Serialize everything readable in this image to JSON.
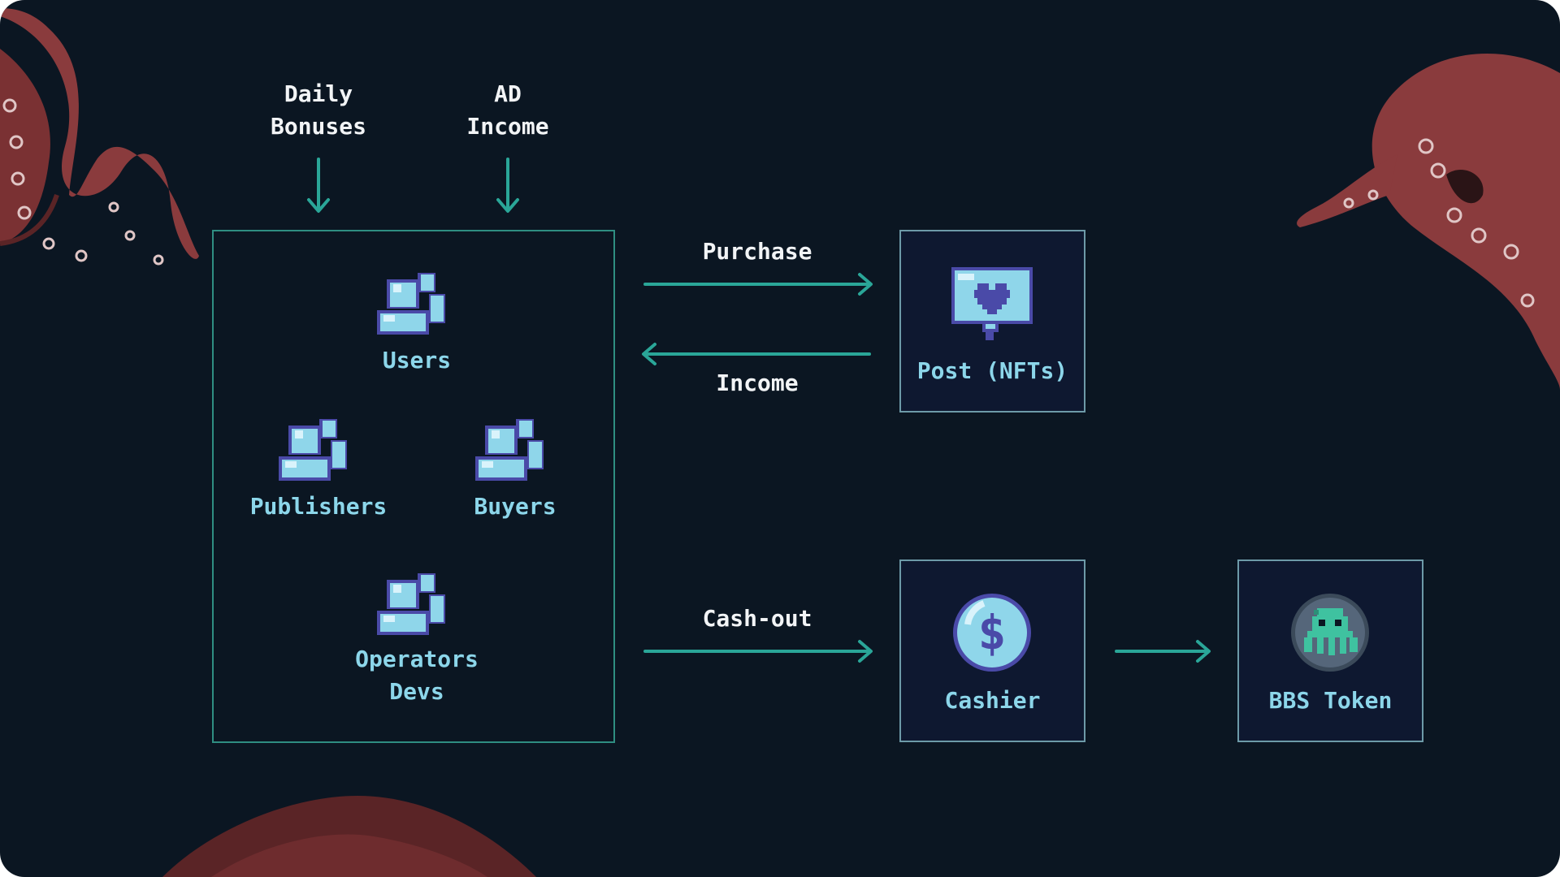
{
  "colors": {
    "background": "#0b1622",
    "accent": "#2aa698",
    "label_cyan": "#8cd6ea",
    "label_white": "#f2f4f6",
    "tentacle": "#8a3b3d"
  },
  "inputs": {
    "daily_bonuses": "Daily\nBonuses",
    "ad_income": "AD\nIncome"
  },
  "participants": {
    "users": "Users",
    "publishers": "Publishers",
    "buyers": "Buyers",
    "operators_devs": "Operators\nDevs"
  },
  "flows": {
    "purchase": "Purchase",
    "income": "Income",
    "cash_out": "Cash-out"
  },
  "nodes": {
    "post": "Post (NFTs)",
    "cashier": "Cashier",
    "bbs_token": "BBS Token"
  },
  "icons": {
    "participants": "user-group-icon",
    "post": "chat-heart-icon",
    "cashier": "dollar-coin-icon",
    "bbs_token": "octopus-token-icon"
  }
}
